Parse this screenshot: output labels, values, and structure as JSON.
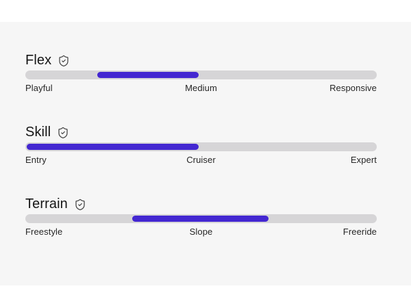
{
  "theme": {
    "page_bg": "#ffffff",
    "panel_bg": "#f6f6f6",
    "track_color": "#d6d5d7",
    "fill_color": "#4327d1",
    "title_color": "#161616",
    "label_color": "#262626",
    "icon_color": "#3d3d3d"
  },
  "sliders": [
    {
      "title": "Flex",
      "icon": "shield-check-icon",
      "labels": [
        "Playful",
        "Medium",
        "Responsive"
      ],
      "fill_start_pct": 20.5,
      "fill_end_pct": 49.3
    },
    {
      "title": "Skill",
      "icon": "shield-check-icon",
      "labels": [
        "Entry",
        "Cruiser",
        "Expert"
      ],
      "fill_start_pct": 0.4,
      "fill_end_pct": 49.3
    },
    {
      "title": "Terrain",
      "icon": "shield-check-icon",
      "labels": [
        "Freestyle",
        "Slope",
        "Freeride"
      ],
      "fill_start_pct": 30.4,
      "fill_end_pct": 69.2
    }
  ]
}
